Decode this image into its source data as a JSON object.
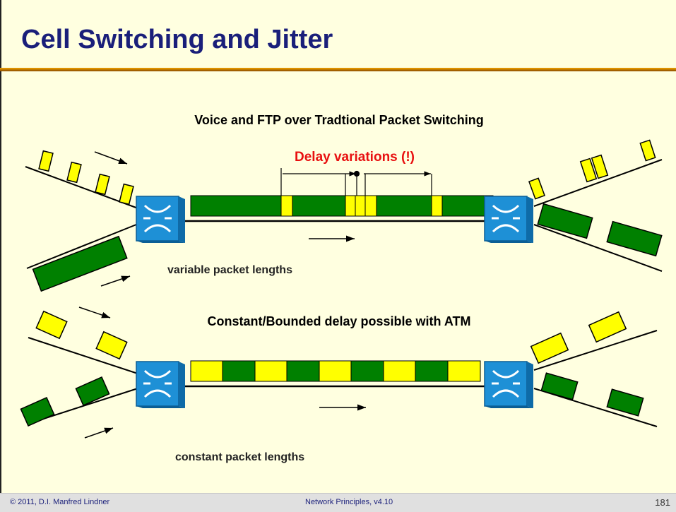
{
  "slide": {
    "title": "Cell Switching and Jitter"
  },
  "diagram": {
    "top_heading": "Voice and FTP over Tradtional Packet Switching",
    "delay_label": "Delay variations (!)",
    "variable_label": "variable packet lengths",
    "bottom_heading": "Constant/Bounded delay possible with ATM",
    "constant_label": "constant packet lengths",
    "colors": {
      "voice": "#FFFF00",
      "data": "#008000",
      "switch": "#1E90D6",
      "delay": "#E81010",
      "heading": "#1A1F7A"
    }
  },
  "footer": {
    "copyright": "© 2011, D.I. Manfred Lindner",
    "course": "Network Principles, v4.10",
    "page": "181"
  }
}
